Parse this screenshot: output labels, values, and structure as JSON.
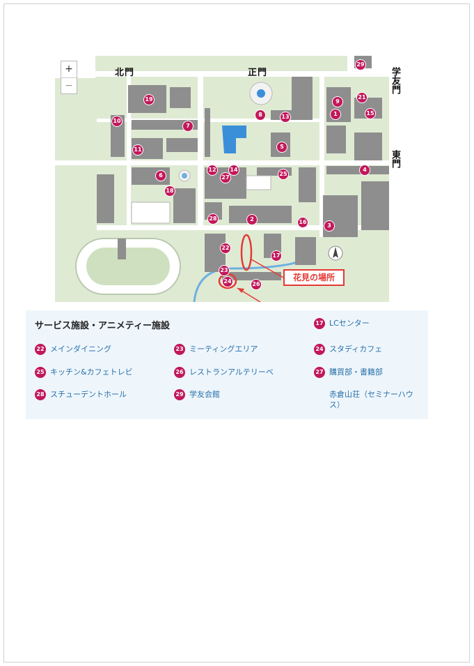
{
  "map": {
    "zoom_in": "+",
    "zoom_out": "−",
    "gates": {
      "north": "北門",
      "main": "正門",
      "gakuyu": "学友門",
      "east": "東門"
    },
    "markers": [
      "1",
      "2",
      "3",
      "4",
      "5",
      "6",
      "7",
      "8",
      "9",
      "10",
      "11",
      "12",
      "13",
      "14",
      "15",
      "16",
      "17",
      "18",
      "19",
      "21",
      "22",
      "23",
      "24",
      "25",
      "26",
      "27",
      "28",
      "29"
    ],
    "annotation": "花見の場所",
    "colors": {
      "marker": "#c2185b",
      "annotation": "#e53935",
      "ground": "#dfead3",
      "road": "#ffffff",
      "building": "#8e8e8e",
      "water": "#3b8fd9"
    }
  },
  "legend": {
    "title": "サービス施設・アニメティー施設",
    "items": [
      {
        "num": "17",
        "label": "LCセンター"
      },
      {
        "num": "22",
        "label": "メインダイニング"
      },
      {
        "num": "23",
        "label": "ミーティングエリア"
      },
      {
        "num": "24",
        "label": "スタディカフェ"
      },
      {
        "num": "25",
        "label": "キッチン&カフェトレビ"
      },
      {
        "num": "26",
        "label": "レストランアルテリーベ"
      },
      {
        "num": "27",
        "label": "購買部・書籍部"
      },
      {
        "num": "28",
        "label": "スチューデントホール"
      },
      {
        "num": "29",
        "label": "学友会館"
      },
      {
        "num": "",
        "label": "赤倉山荘（セミナーハウス）"
      }
    ]
  }
}
